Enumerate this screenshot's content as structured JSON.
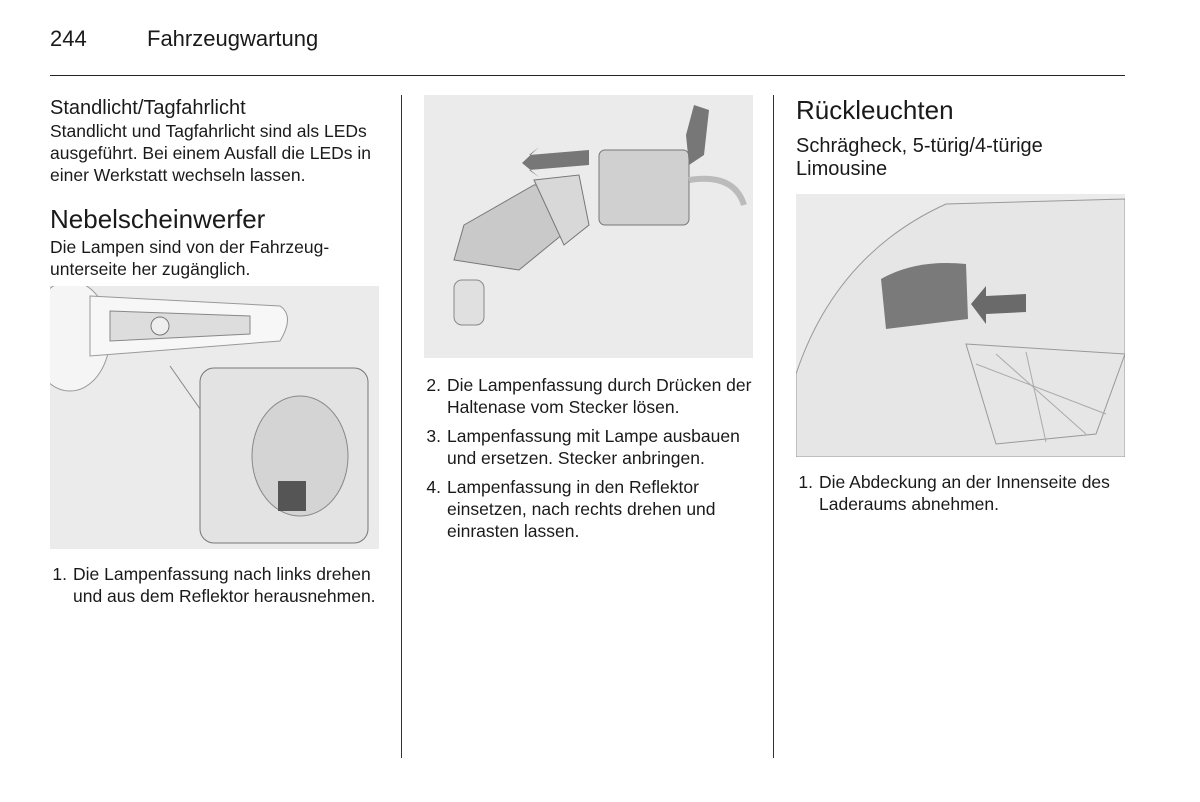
{
  "header": {
    "page_number": "244",
    "title": "Fahrzeugwartung"
  },
  "col1": {
    "heading1": "Standlicht/Tagfahrlicht",
    "para1": "Standlicht und Tagfahrlicht sind als LEDs ausgeführt. Bei einem Ausfall die LEDs in einer Werkstatt wechseln lassen.",
    "heading2": "Nebelscheinwerfer",
    "para2": "Die Lampen sind von der Fahrzeug­unterseite her zugänglich.",
    "steps": [
      {
        "num": "1.",
        "text": "Die Lampenfassung nach links drehen und aus dem Reflektor he­rausnehmen."
      }
    ]
  },
  "col2": {
    "steps": [
      {
        "num": "2.",
        "text": "Die Lampenfassung durch Drücken der Haltenase vom Ste­cker lösen."
      },
      {
        "num": "3.",
        "text": "Lampenfassung mit Lampe aus­bauen und ersetzen. Stecker an­bringen."
      },
      {
        "num": "4.",
        "text": "Lampenfassung in den Reflektor einsetzen, nach rechts drehen und einrasten lassen."
      }
    ]
  },
  "col3": {
    "heading": "Rückleuchten",
    "subheading": "Schrägheck, 5-türig/4-türige Limousine",
    "steps": [
      {
        "num": "1.",
        "text": "Die Abdeckung an der Innenseite des Laderaums abnehmen."
      }
    ]
  }
}
